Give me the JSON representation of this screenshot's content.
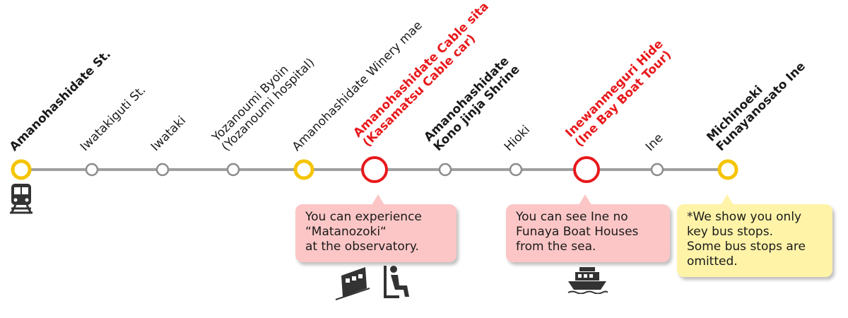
{
  "colors": {
    "line": "#a0a0a0",
    "key_stop": "#f5c400",
    "highlight_stop": "#e8191c",
    "regular_stop": "#8c8c8c",
    "highlight_text": "#e8191c",
    "callout_pink": "#fcc6c6",
    "callout_yellow": "#fff3a8",
    "icon": "#333333"
  },
  "stops": [
    {
      "label": [
        "Amanohashidate St."
      ],
      "type": "key",
      "bold": true
    },
    {
      "label": [
        "Iwatakiguti St."
      ],
      "type": "regular",
      "bold": false
    },
    {
      "label": [
        "Iwataki"
      ],
      "type": "regular",
      "bold": false
    },
    {
      "label": [
        "Yozanoumi Byoin",
        "(Yozanoumi hospital)"
      ],
      "type": "regular",
      "bold": false
    },
    {
      "label": [
        "Amanohashidate Winery mae"
      ],
      "type": "key",
      "bold": false
    },
    {
      "label": [
        "Amanohashidate Cable sita",
        "(Kasamatsu Cable car)"
      ],
      "type": "highlight",
      "bold": true
    },
    {
      "label": [
        "Amanohashidate",
        "Kono jinja Shrine"
      ],
      "type": "regular",
      "bold": true
    },
    {
      "label": [
        "Hioki"
      ],
      "type": "regular",
      "bold": false
    },
    {
      "label": [
        "Inewanmeguri Hide",
        "(Ine Bay Boat Tour)"
      ],
      "type": "highlight",
      "bold": true
    },
    {
      "label": [
        "Ine"
      ],
      "type": "regular",
      "bold": false
    },
    {
      "label": [
        "Michinoeki",
        "Funayanosato Ine"
      ],
      "type": "key",
      "bold": true
    }
  ],
  "callouts": [
    {
      "lines": [
        "You can experience",
        "“Matanozoki“",
        "at the observatory."
      ],
      "style": "pink"
    },
    {
      "lines": [
        "You can see Ine no",
        "Funaya Boat Houses",
        "from the sea."
      ],
      "style": "pink"
    },
    {
      "lines": [
        "*We show you only",
        "key bus stops.",
        "Some bus stops are",
        "omitted."
      ],
      "style": "yellow"
    }
  ],
  "icons": {
    "start": "train-icon",
    "cable": [
      "cable-car-icon",
      "chairlift-icon"
    ],
    "boat": "boat-icon"
  }
}
